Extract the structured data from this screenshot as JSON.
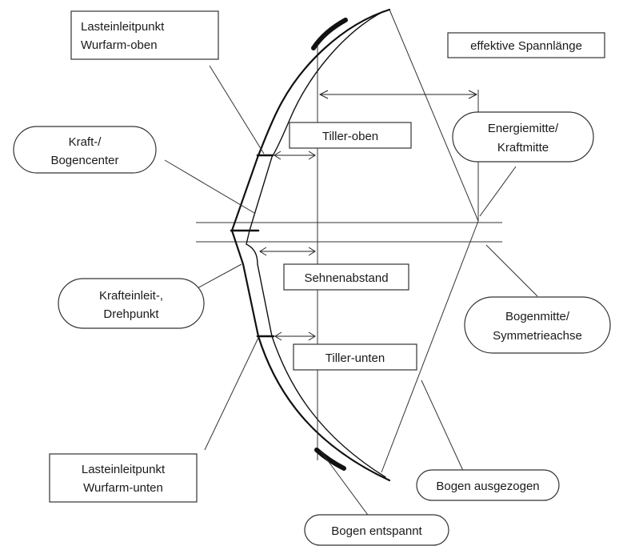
{
  "labels": {
    "lasteinleitpunkt_oben": [
      "Lasteinleitpunkt",
      "Wurfarm-oben"
    ],
    "kraft_bogencenter": [
      "Kraft-/",
      "Bogencenter"
    ],
    "krafteinleit_drehpunkt": [
      "Krafteinleit-,",
      "Drehpunkt"
    ],
    "lasteinleitpunkt_unten": [
      "Lasteinleitpunkt",
      "Wurfarm-unten"
    ],
    "effektive_spannlaenge": "effektive Spannlänge",
    "tiller_oben": "Tiller-oben",
    "energiemitte": [
      "Energiemitte/",
      "Kraftmitte"
    ],
    "sehnenabstand": "Sehnenabstand",
    "bogenmitte": [
      "Bogenmitte/",
      "Symmetrieachse"
    ],
    "tiller_unten": "Tiller-unten",
    "bogen_ausgezogen": "Bogen ausgezogen",
    "bogen_entspannt": "Bogen entspannt"
  }
}
